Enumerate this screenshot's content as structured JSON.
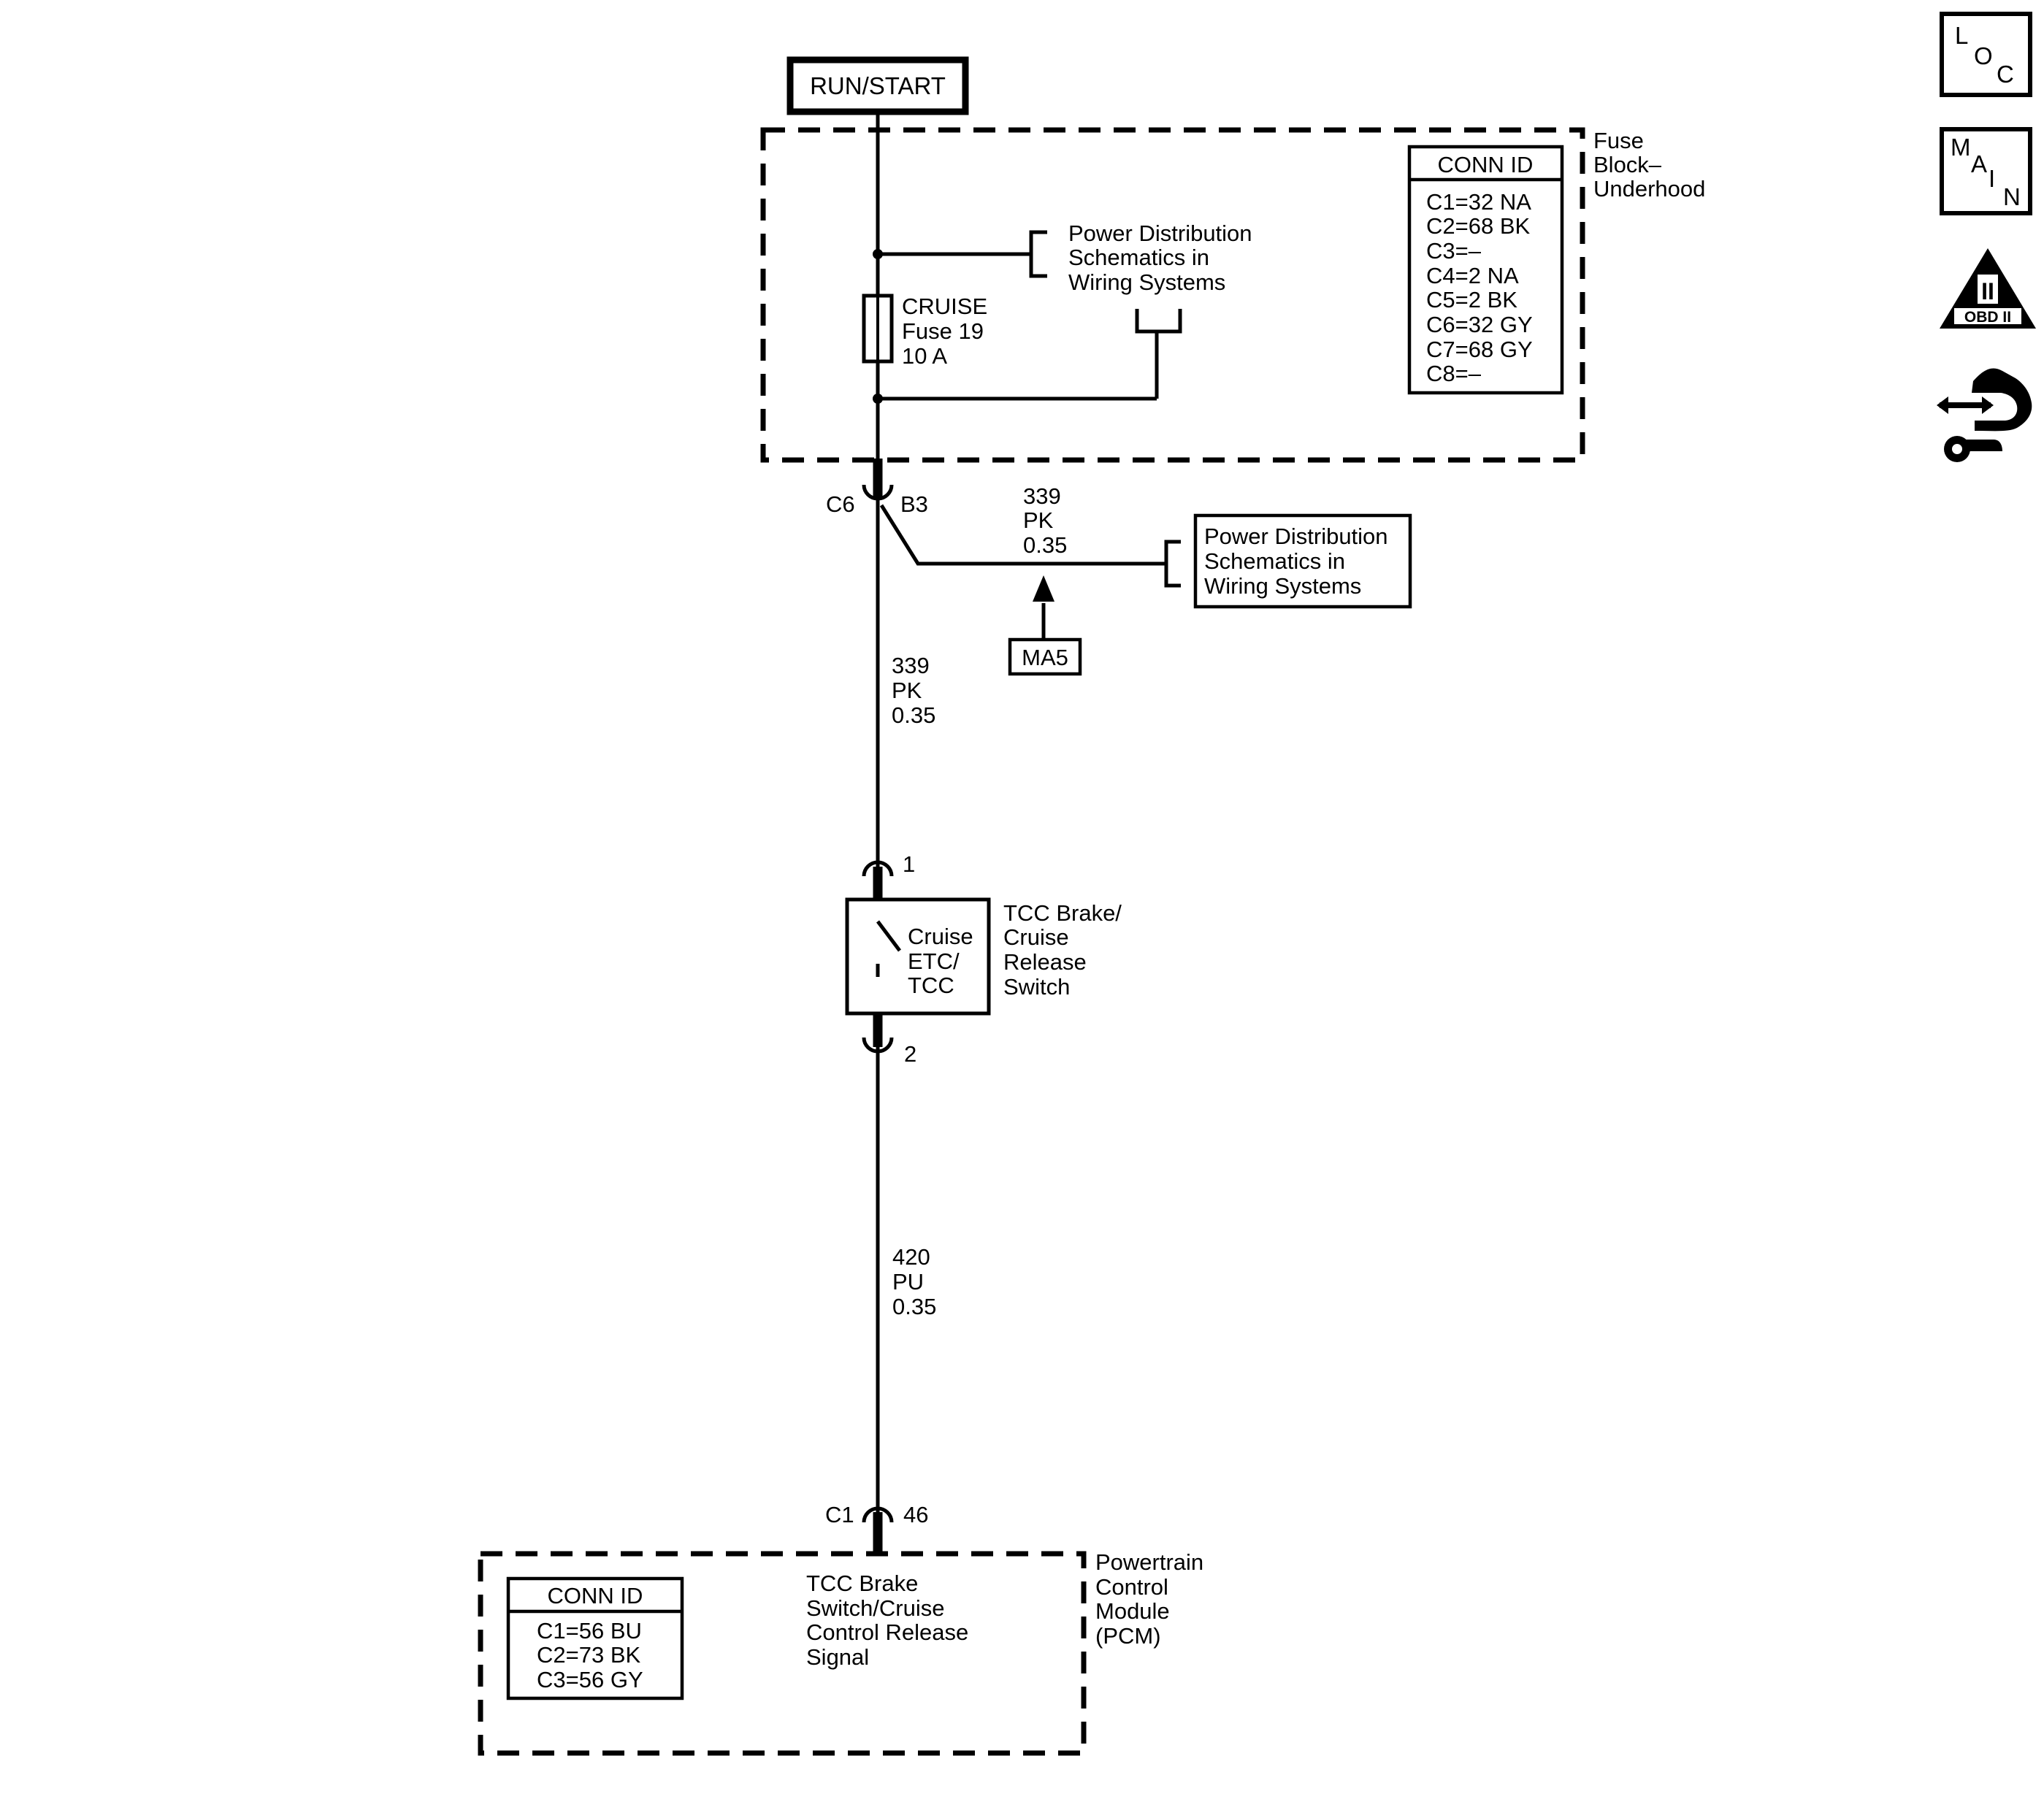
{
  "power_source": {
    "label": "RUN/START"
  },
  "fuse_block": {
    "name_lines": [
      "Fuse",
      "Block–",
      "Underhood"
    ],
    "conn_id": {
      "title": "CONN ID",
      "rows": [
        "C1=32 NA",
        "C2=68 BK",
        "C3=–",
        "C4=2 NA",
        "C5=2 BK",
        "C6=32 GY",
        "C7=68 GY",
        "C8=–"
      ]
    },
    "fuse": {
      "lines": [
        "CRUISE",
        "Fuse 19",
        "10 A"
      ]
    },
    "power_dist_ref": {
      "lines": [
        "Power Distribution",
        "Schematics in",
        "Wiring Systems"
      ]
    }
  },
  "connector_c6": {
    "connector": "C6",
    "pin": "B3"
  },
  "branch_wire": {
    "lines": [
      "339",
      "PK",
      "0.35"
    ],
    "ref_box": {
      "lines": [
        "Power Distribution",
        "Schematics in",
        "Wiring Systems"
      ]
    },
    "splice": {
      "label": "MA5"
    }
  },
  "wire_upper": {
    "lines": [
      "339",
      "PK",
      "0.35"
    ]
  },
  "switch": {
    "pin_top": "1",
    "pin_bottom": "2",
    "inner_lines": [
      "Cruise",
      "ETC/",
      "TCC"
    ],
    "name_lines": [
      "TCC Brake/",
      "Cruise",
      "Release",
      "Switch"
    ]
  },
  "wire_lower": {
    "lines": [
      "420",
      "PU",
      "0.35"
    ]
  },
  "connector_pcm": {
    "connector": "C1",
    "pin": "46"
  },
  "pcm": {
    "name_lines": [
      "Powertrain",
      "Control",
      "Module",
      "(PCM)"
    ],
    "signal_lines": [
      "TCC Brake",
      "Switch/Cruise",
      "Control Release",
      "Signal"
    ],
    "conn_id": {
      "title": "CONN ID",
      "rows": [
        "C1=56 BU",
        "C2=73 BK",
        "C3=56 GY"
      ]
    }
  },
  "side_icons": {
    "loc": {
      "letters": [
        "L",
        "O",
        "C"
      ]
    },
    "main": {
      "letters": [
        "M",
        "A",
        "I",
        "N"
      ]
    },
    "obd": {
      "numeral": "II",
      "label": "OBD II"
    },
    "nav": {
      "icon": "navigation-hand-icon"
    }
  }
}
